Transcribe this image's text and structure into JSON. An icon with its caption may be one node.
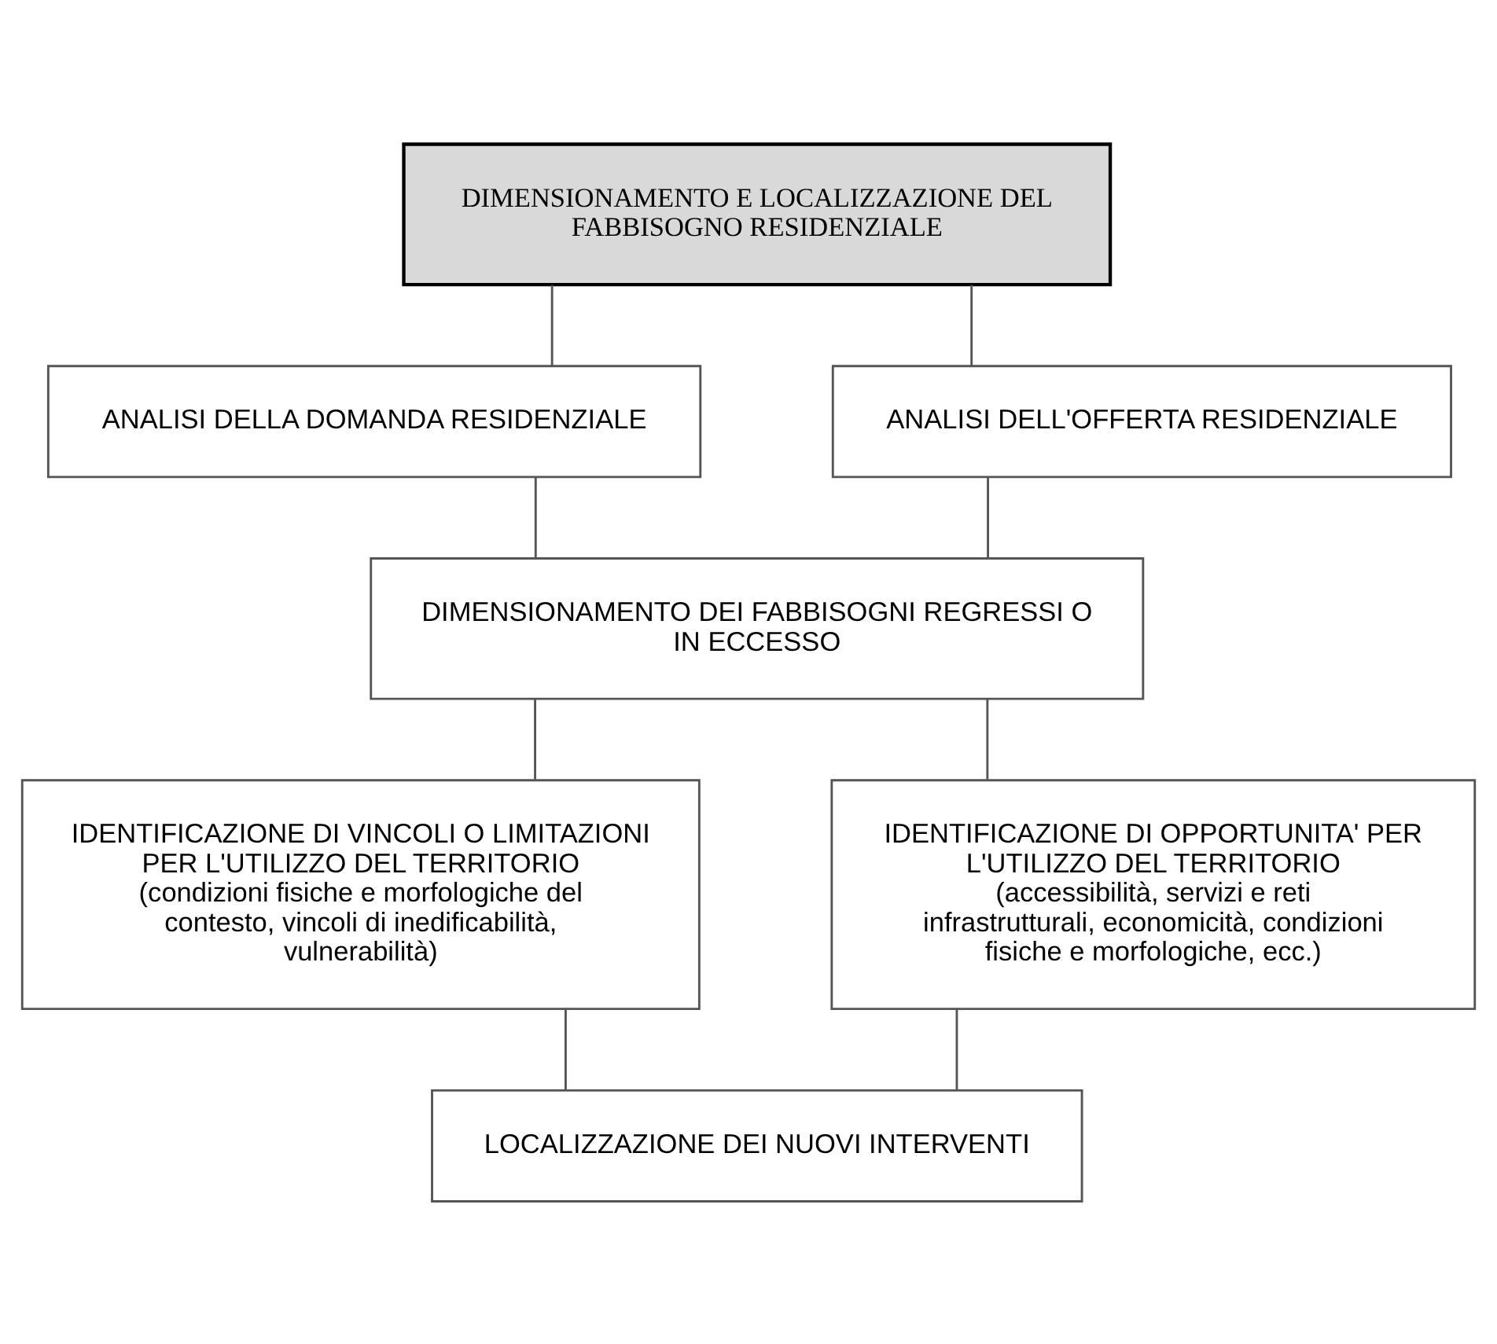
{
  "diagram": {
    "nodes": [
      {
        "text": [
          "DIMENSIONAMENTO E LOCALIZZAZIONE DEL FABBISOGNO RESIDENZIALE"
        ]
      },
      {
        "text": [
          "ANALISI DELLA DOMANDA RESIDENZIALE"
        ]
      },
      {
        "text": [
          "ANALISI DELL'OFFERTA RESIDENZIALE"
        ]
      },
      {
        "text": [
          "DIMENSIONAMENTO DEI FABBISOGNI REGRESSI O IN ECCESSO"
        ]
      },
      {
        "text": [
          "IDENTIFICAZIONE DI VINCOLI O LIMITAZIONI PER L'UTILIZZO DEL TERRITORIO",
          "(condizioni fisiche e morfologiche del contesto, vincoli di inedificabilità, vulnerabilità)"
        ]
      },
      {
        "text": [
          "IDENTIFICAZIONE DI OPPORTUNITA' PER L'UTILIZZO DEL TERRITORIO",
          "(accessibilità, servizi e reti infrastrutturali, economicità, condizioni fisiche e morfologiche, ecc.)"
        ]
      },
      {
        "text": [
          "LOCALIZZAZIONE DEI NUOVI INTERVENTI"
        ]
      }
    ],
    "edges": [
      {
        "from": 0,
        "to": 1,
        "arrow": "none"
      },
      {
        "from": 0,
        "to": 2,
        "arrow": "none"
      },
      {
        "from": 1,
        "to": 3,
        "arrow": "none"
      },
      {
        "from": 2,
        "to": 3,
        "arrow": "none"
      },
      {
        "from": 3,
        "to": 4,
        "arrow": "none"
      },
      {
        "from": 3,
        "to": 5,
        "arrow": "none"
      },
      {
        "from": 4,
        "to": 6,
        "arrow": "none"
      },
      {
        "from": 5,
        "to": 6,
        "arrow": "none"
      }
    ]
  }
}
